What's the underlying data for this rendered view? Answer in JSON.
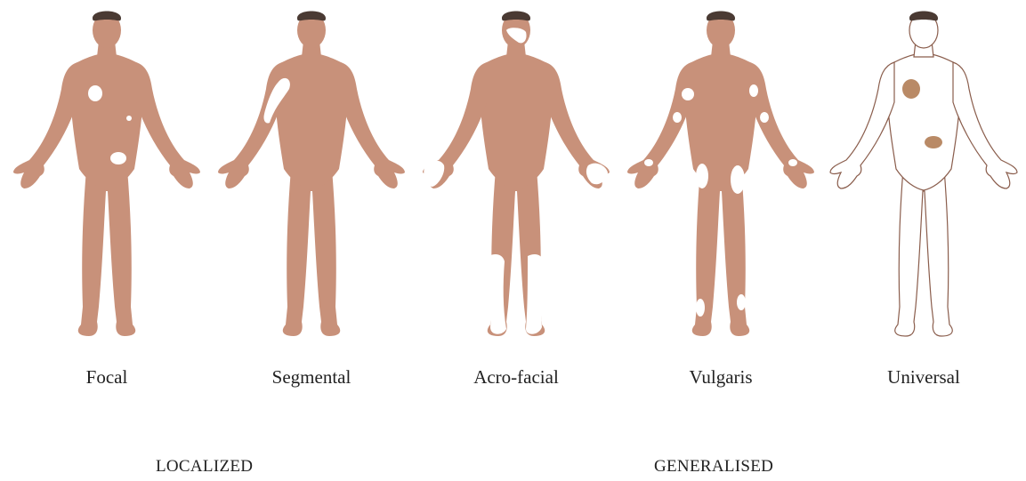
{
  "figures": [
    {
      "label": "Focal"
    },
    {
      "label": "Segmental"
    },
    {
      "label": "Acro-facial"
    },
    {
      "label": "Vulgaris"
    },
    {
      "label": "Universal"
    }
  ],
  "groups": {
    "localized": "LOCALIZED",
    "generalised": "GENERALISED"
  },
  "colors": {
    "skin": "#c8917a",
    "skin_shadow": "#b47c66",
    "hair": "#4a3a33",
    "patch": "#ffffff",
    "universal_outline": "#8a5d4c",
    "universal_patch": "#b98a66"
  }
}
